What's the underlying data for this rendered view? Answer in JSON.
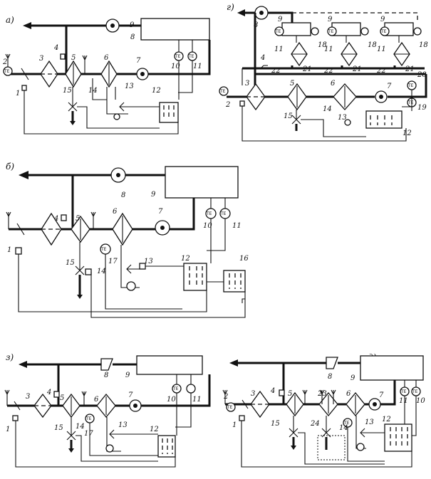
{
  "panels": [
    {
      "id": "a",
      "label": "а)"
    },
    {
      "id": "g",
      "label": "г)"
    },
    {
      "id": "b",
      "label": "б)"
    },
    {
      "id": "z",
      "label": "з)"
    },
    {
      "id": "d",
      "label": "д)"
    }
  ],
  "sensor_tag": "TE",
  "numbers": {
    "n1": "1",
    "n2": "2",
    "n3": "3",
    "n4": "4",
    "n5": "5",
    "n6": "6",
    "n7": "7",
    "n8": "8",
    "n9": "9",
    "n10": "10",
    "n11": "11",
    "n12": "12",
    "n13": "13",
    "n14": "14",
    "n15": "15",
    "n16": "16",
    "n17": "17",
    "n18": "18",
    "n19": "19",
    "n20": "20",
    "n21": "21",
    "n22": "22",
    "n23": "23",
    "n24": "24"
  }
}
